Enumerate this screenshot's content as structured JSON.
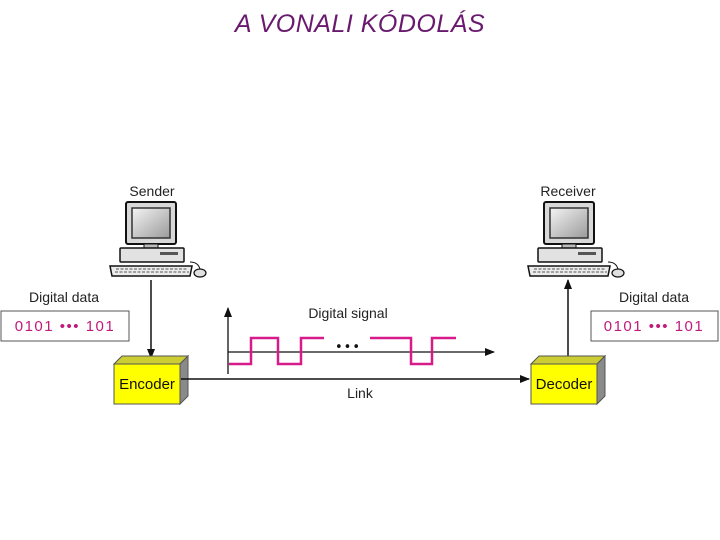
{
  "title": "A VONALI KÓDOLÁS",
  "sender": {
    "label": "Sender",
    "data_label": "Digital data",
    "data_value": "0101 ••• 101"
  },
  "receiver": {
    "label": "Receiver",
    "data_label": "Digital data",
    "data_value": "0101 ••• 101"
  },
  "encoder": {
    "label": "Encoder"
  },
  "decoder": {
    "label": "Decoder"
  },
  "signal": {
    "label": "Digital signal",
    "ellipsis": "•••",
    "color": "#d81b8a"
  },
  "link": {
    "label": "Link"
  },
  "colors": {
    "box_fill": "#ffff00",
    "box_side": "#8a8a8a",
    "title": "#6a1a6e"
  }
}
